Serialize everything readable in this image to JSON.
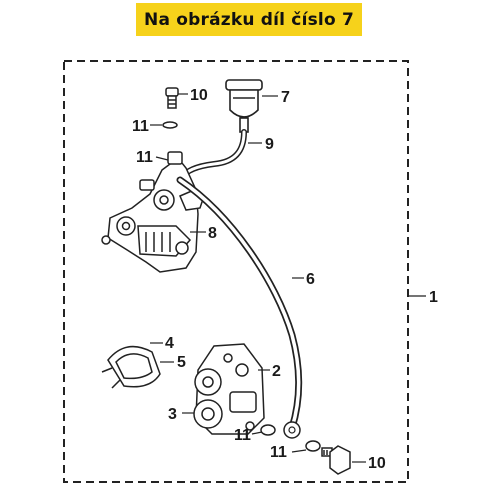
{
  "banner": {
    "text": "Na obrázku díl číslo 7",
    "color": "#f6d21b"
  },
  "diagram": {
    "callouts": [
      {
        "id": "assembly",
        "number": "1"
      },
      {
        "id": "caliper",
        "number": "2"
      },
      {
        "id": "caliper-piston",
        "number": "3"
      },
      {
        "id": "brake-pad",
        "number": "4"
      },
      {
        "id": "pad-spring",
        "number": "5"
      },
      {
        "id": "brake-hose",
        "number": "6"
      },
      {
        "id": "reservoir",
        "number": "7"
      },
      {
        "id": "master-cylinder",
        "number": "8"
      },
      {
        "id": "reservoir-hose",
        "number": "9"
      },
      {
        "id": "bolt-top",
        "number": "10"
      },
      {
        "id": "washer-top",
        "number": "11"
      },
      {
        "id": "washer-master",
        "number": "11"
      },
      {
        "id": "washer-caliper",
        "number": "11"
      },
      {
        "id": "washer-banjo",
        "number": "11"
      },
      {
        "id": "bolt-bottom",
        "number": "10"
      }
    ]
  }
}
